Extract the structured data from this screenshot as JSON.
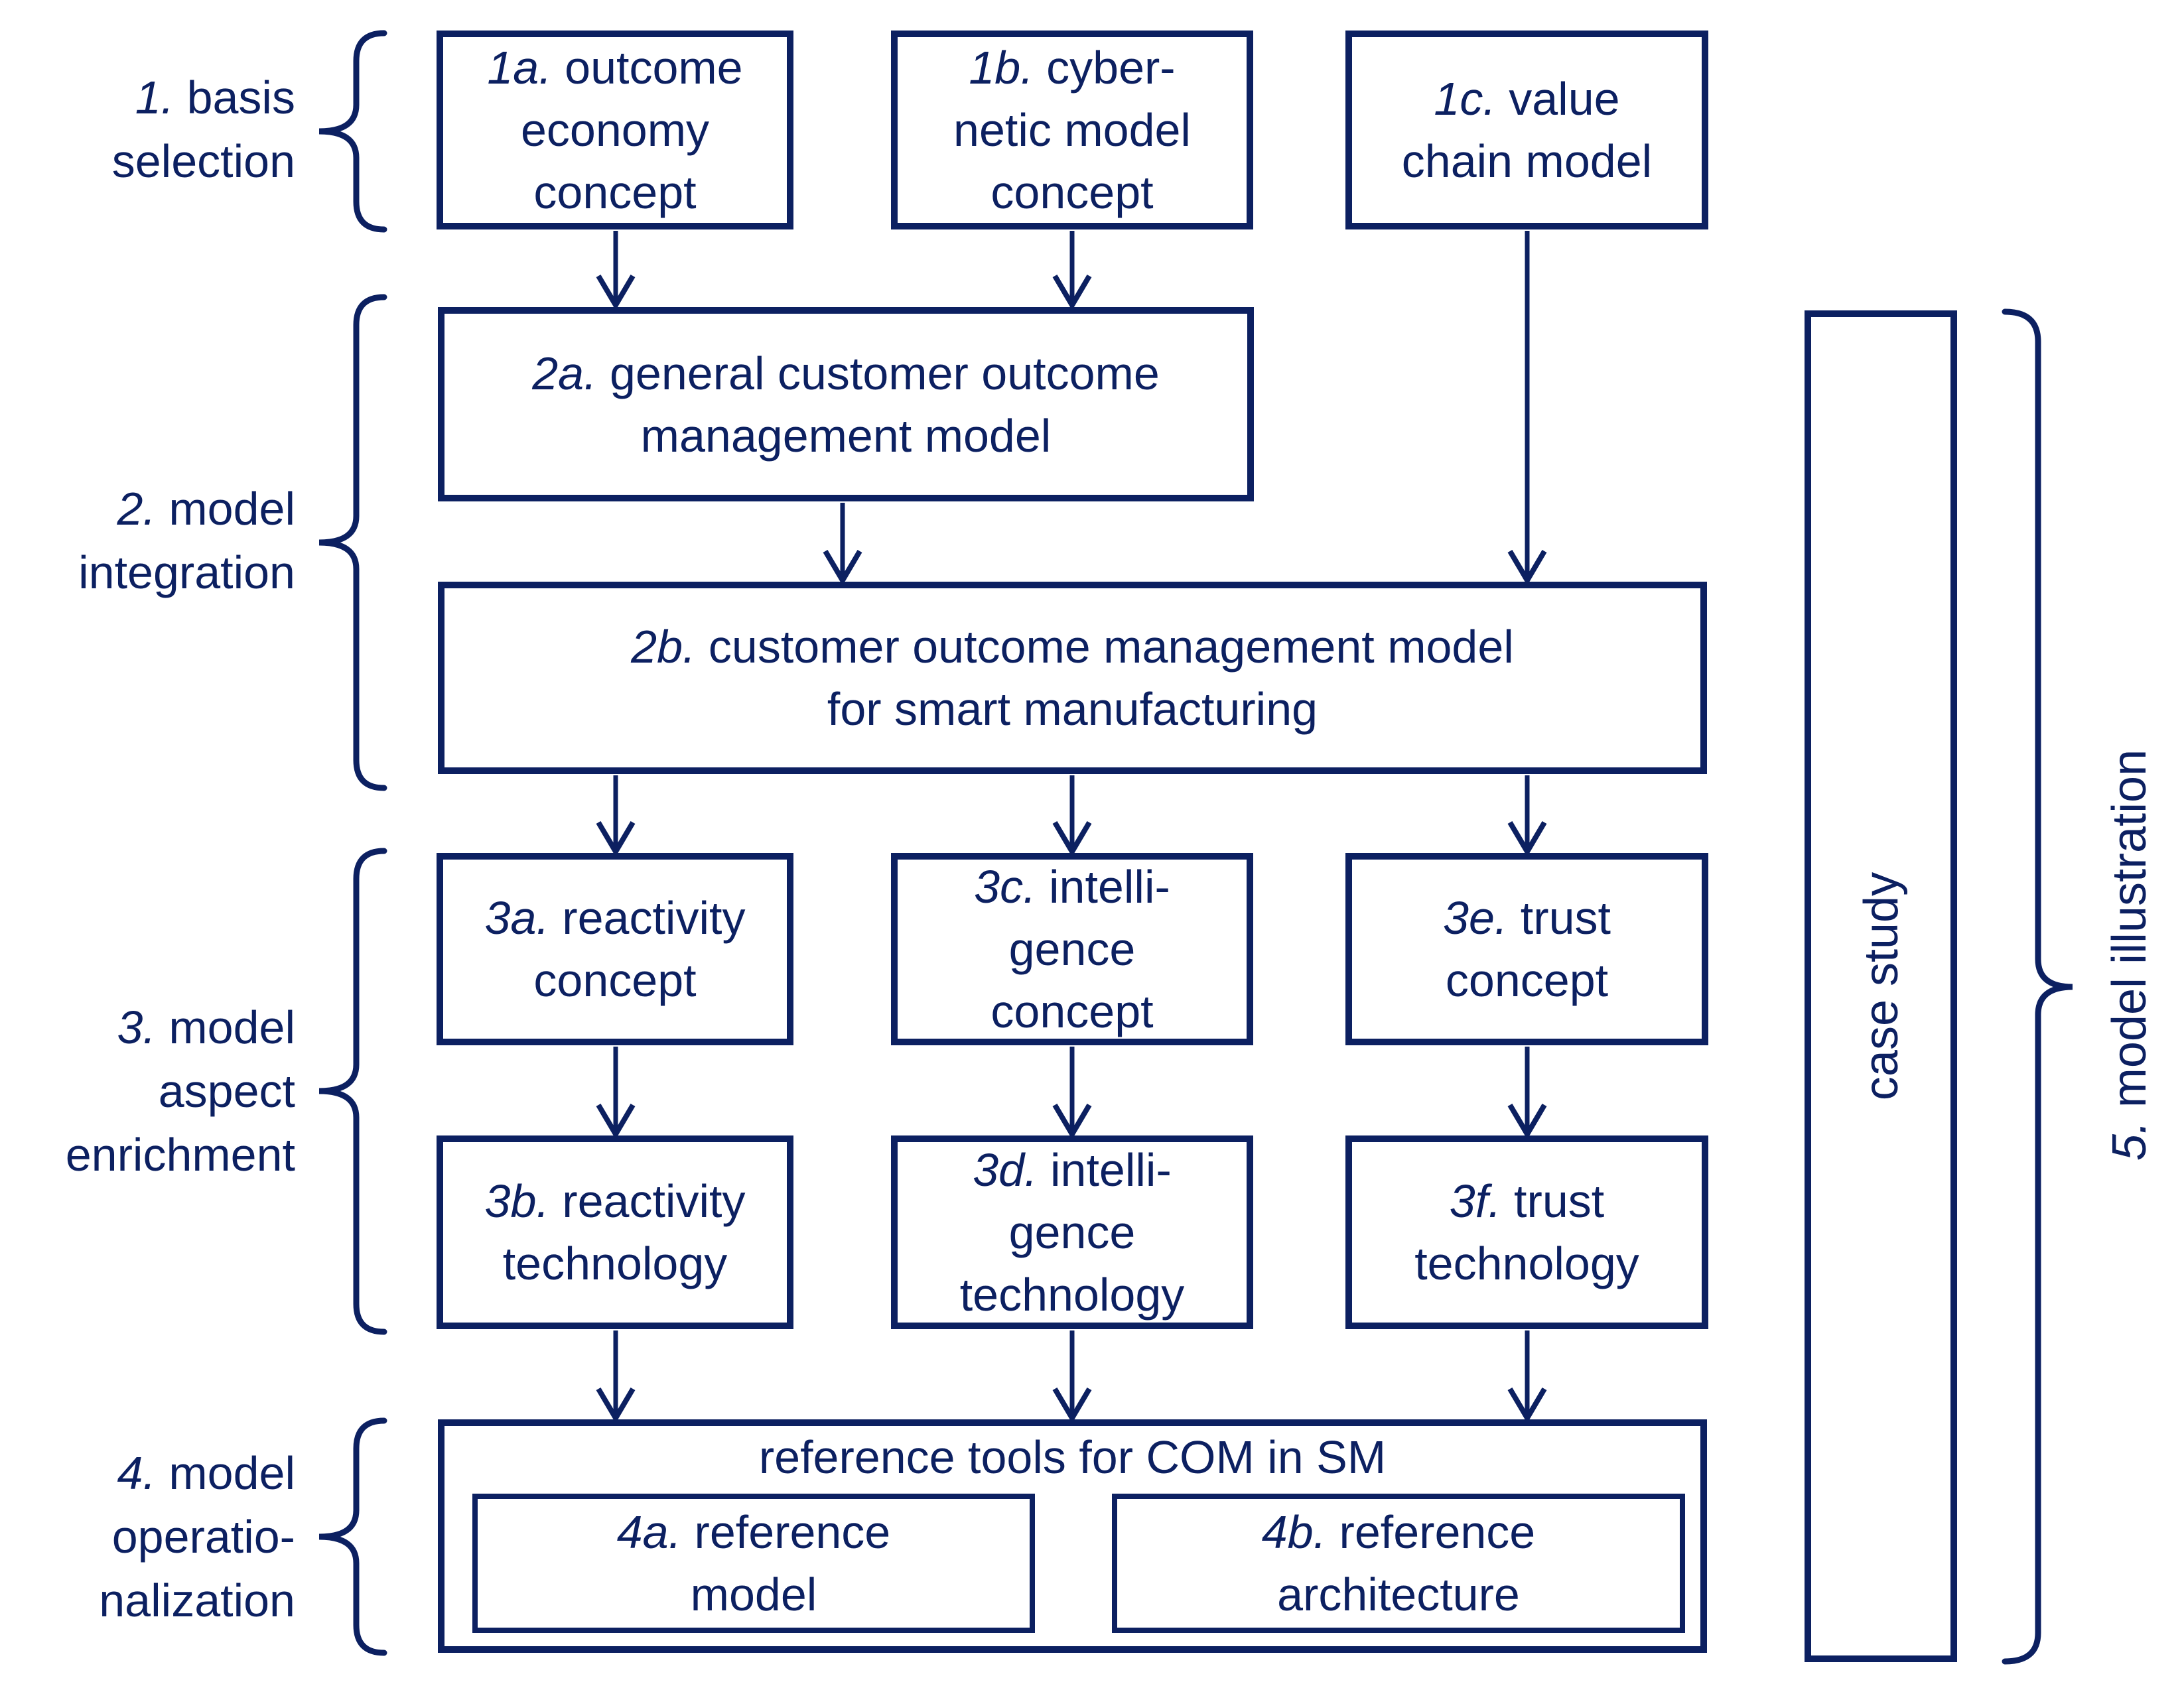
{
  "title": "customer outcome management research methodology diagram",
  "colors": {
    "ink": "#0c2061",
    "paper": "#ffffff"
  },
  "sections": {
    "s1": {
      "num": "1.",
      "label": " basis\nselection"
    },
    "s2": {
      "num": "2.",
      "label": " model\nintegration"
    },
    "s3": {
      "num": "3.",
      "label": " model\naspect\nenrichment"
    },
    "s4": {
      "num": "4.",
      "label": " model\noperatio-\nnalization"
    },
    "s5": {
      "num": "5.",
      "label": " model illustration"
    }
  },
  "boxes": {
    "b1a": {
      "num": "1a.",
      "label": " outcome\neconomy\nconcept"
    },
    "b1b": {
      "num": "1b.",
      "label": " cyber-\nnetic model\nconcept"
    },
    "b1c": {
      "num": "1c.",
      "label": " value\nchain model"
    },
    "b2a": {
      "num": "2a.",
      "label": " general customer outcome\nmanagement model"
    },
    "b2b": {
      "num": "2b.",
      "label": " customer outcome management model\nfor smart manufacturing"
    },
    "b3a": {
      "num": "3a.",
      "label": " reactivity\nconcept"
    },
    "b3c": {
      "num": "3c.",
      "label": " intelli-\ngence\nconcept"
    },
    "b3e": {
      "num": "3e.",
      "label": " trust\nconcept"
    },
    "b3b": {
      "num": "3b.",
      "label": " reactivity\ntechnology"
    },
    "b3d": {
      "num": "3d.",
      "label": " intelli-\ngence\ntechnology"
    },
    "b3f": {
      "num": "3f.",
      "label": " trust\ntechnology"
    },
    "b4a": {
      "num": "4a.",
      "label": " reference\nmodel"
    },
    "b4b": {
      "num": "4b.",
      "label": " reference\narchitecture"
    }
  },
  "container4": {
    "title": "reference tools for COM in SM"
  },
  "case_study": {
    "label": "case study"
  }
}
